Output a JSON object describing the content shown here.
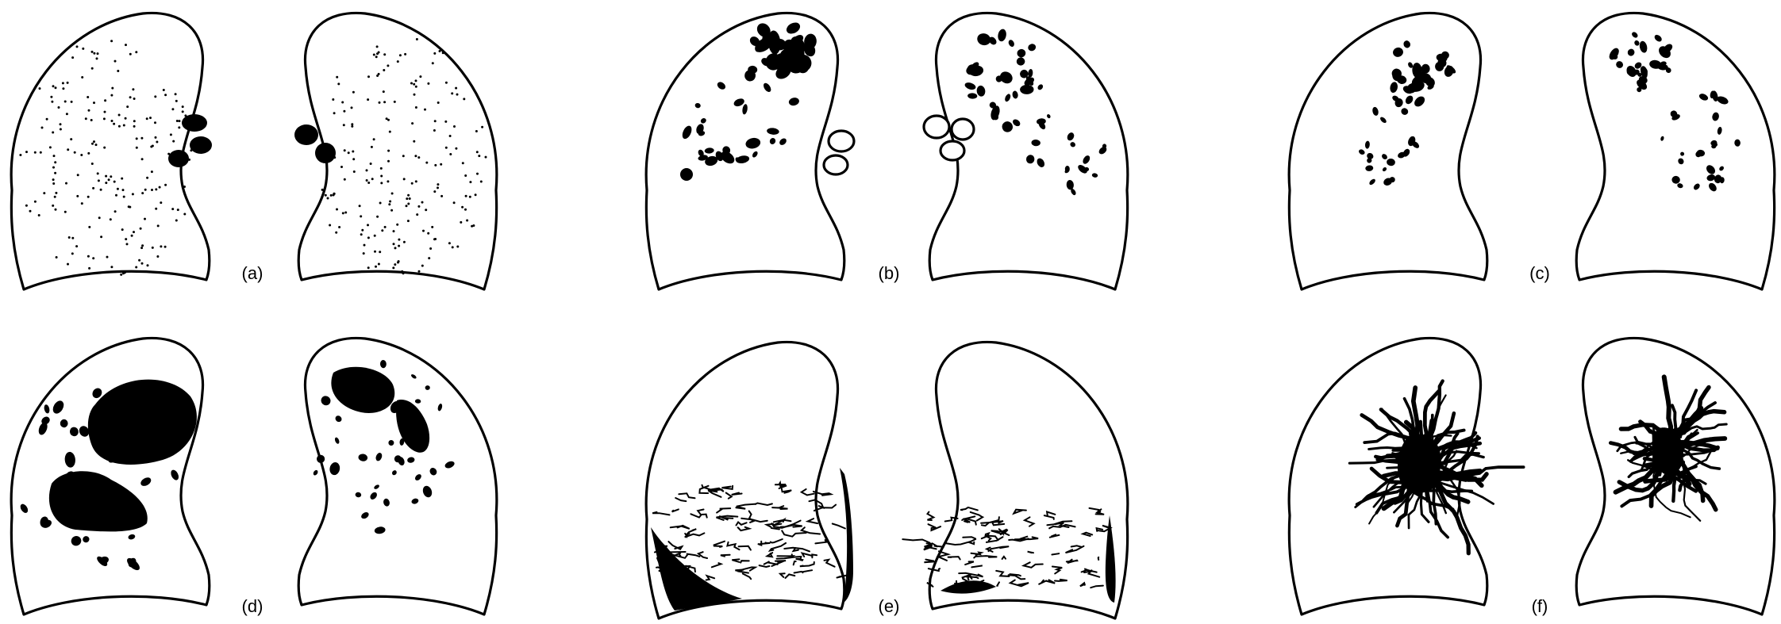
{
  "panels": [
    {
      "id": "a",
      "label": "(a)"
    },
    {
      "id": "b",
      "label": "(b)"
    },
    {
      "id": "c",
      "label": "(c)"
    },
    {
      "id": "d",
      "label": "(d)"
    },
    {
      "id": "e",
      "label": "(e)"
    },
    {
      "id": "f",
      "label": "(f)"
    }
  ],
  "colors": {
    "ink": "#000000",
    "paper": "#ffffff"
  }
}
